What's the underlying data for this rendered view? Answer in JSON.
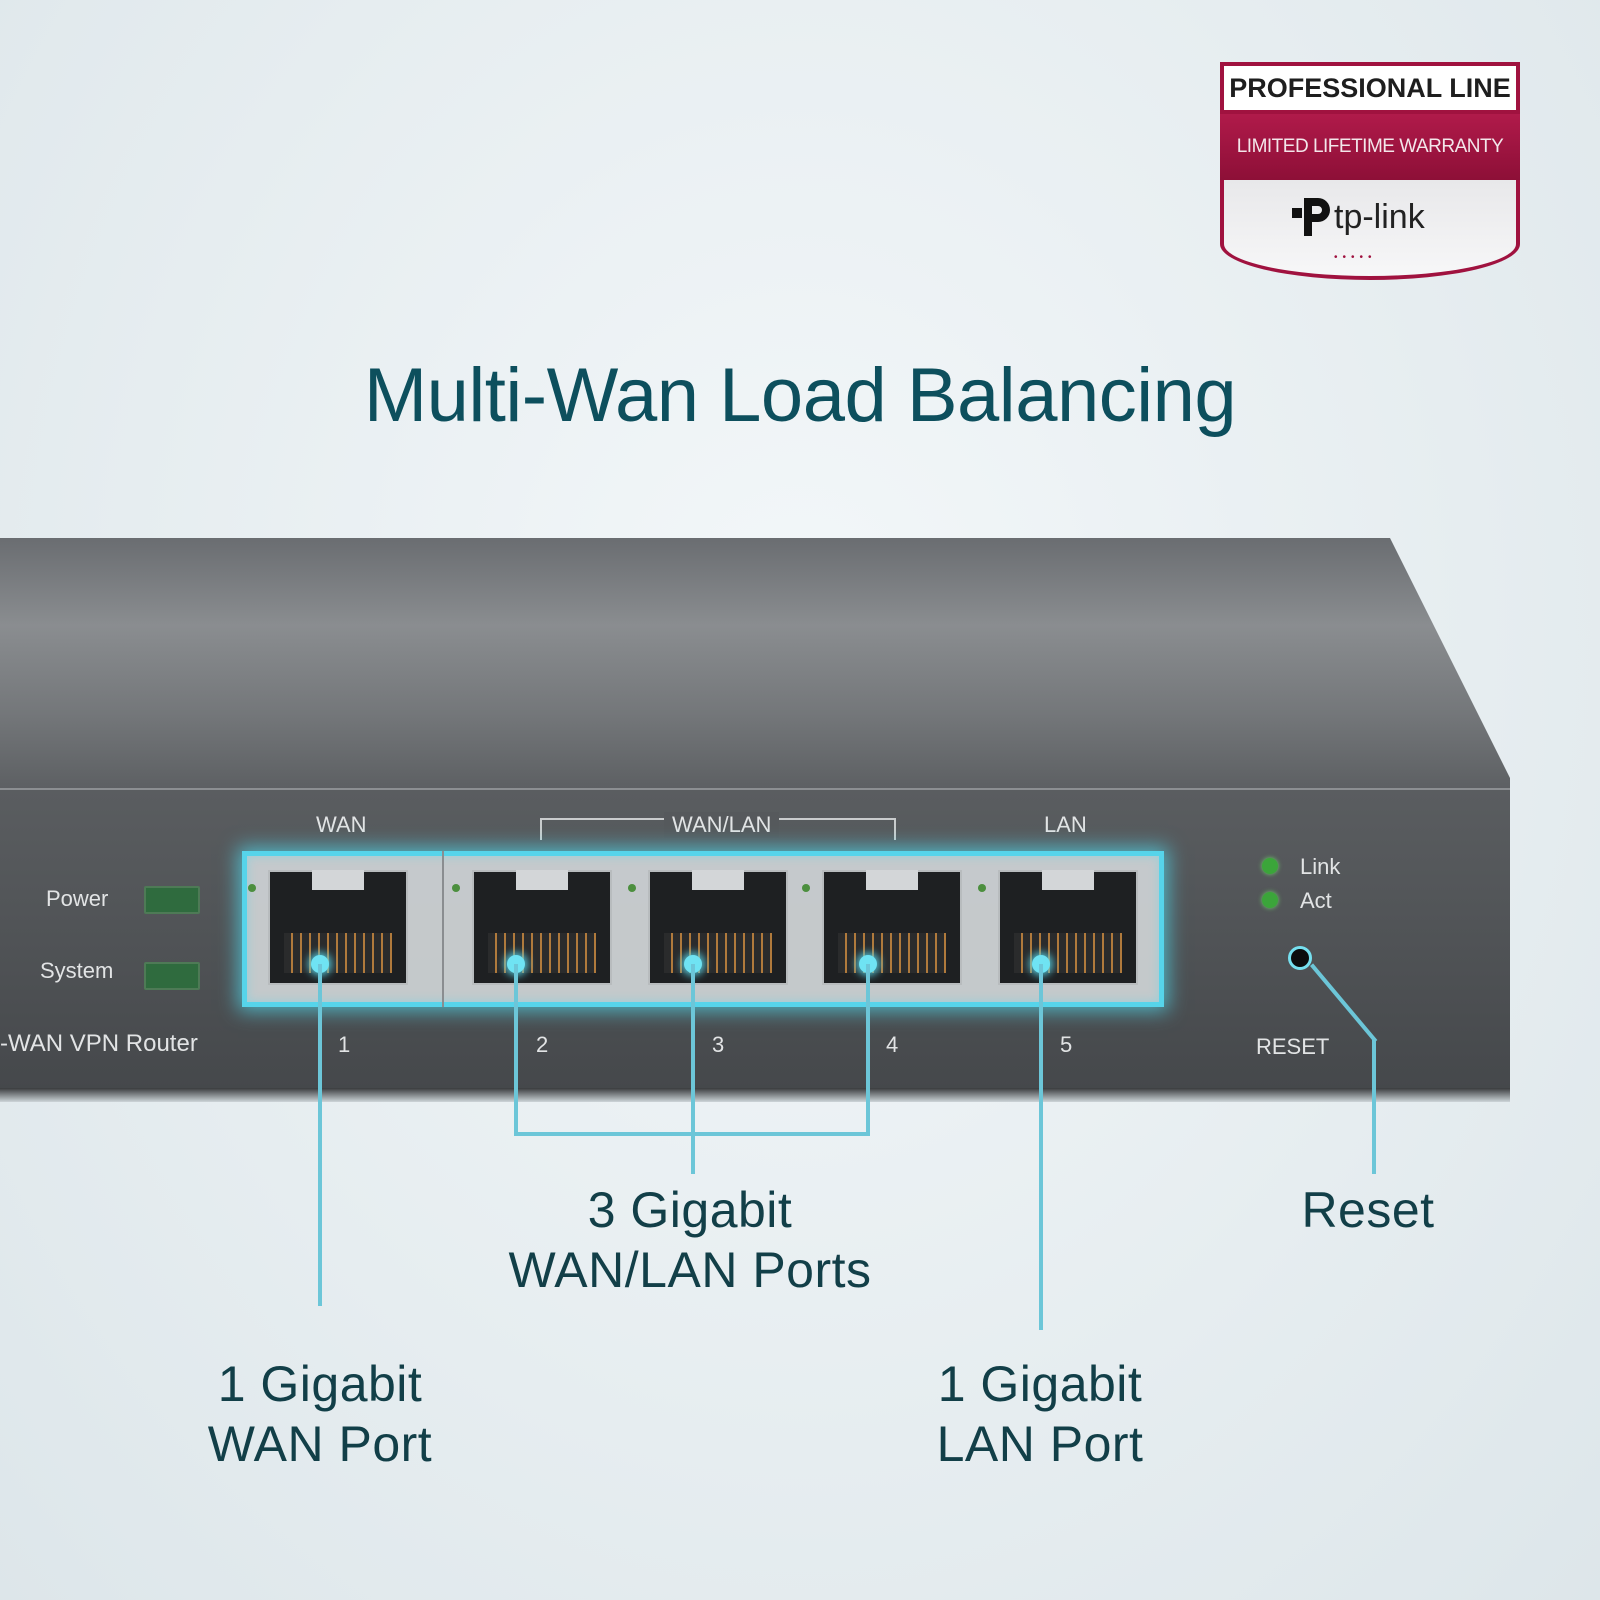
{
  "badge": {
    "line1": "PROFESSIONAL LINE",
    "line2": "LIMITED LIFETIME WARRANTY",
    "brand": "tp-link",
    "brand_color": "#a0123f"
  },
  "title": "Multi-Wan Load Balancing",
  "router": {
    "group_labels": {
      "wan": "WAN",
      "wanlan": "WAN/LAN",
      "lan": "LAN"
    },
    "port_numbers": [
      "1",
      "2",
      "3",
      "4",
      "5"
    ],
    "indicators": {
      "power": "Power",
      "system": "System",
      "link": "Link",
      "act": "Act"
    },
    "model_text": "-WAN VPN Router",
    "reset_label": "RESET",
    "highlight_color": "#56d4ea"
  },
  "callouts": {
    "wan_port": {
      "line1": "1 Gigabit",
      "line2": "WAN Port"
    },
    "wanlan_ports": {
      "line1": "3 Gigabit",
      "line2": "WAN/LAN Ports"
    },
    "lan_port": {
      "line1": "1 Gigabit",
      "line2": "LAN Port"
    },
    "reset": "Reset"
  }
}
